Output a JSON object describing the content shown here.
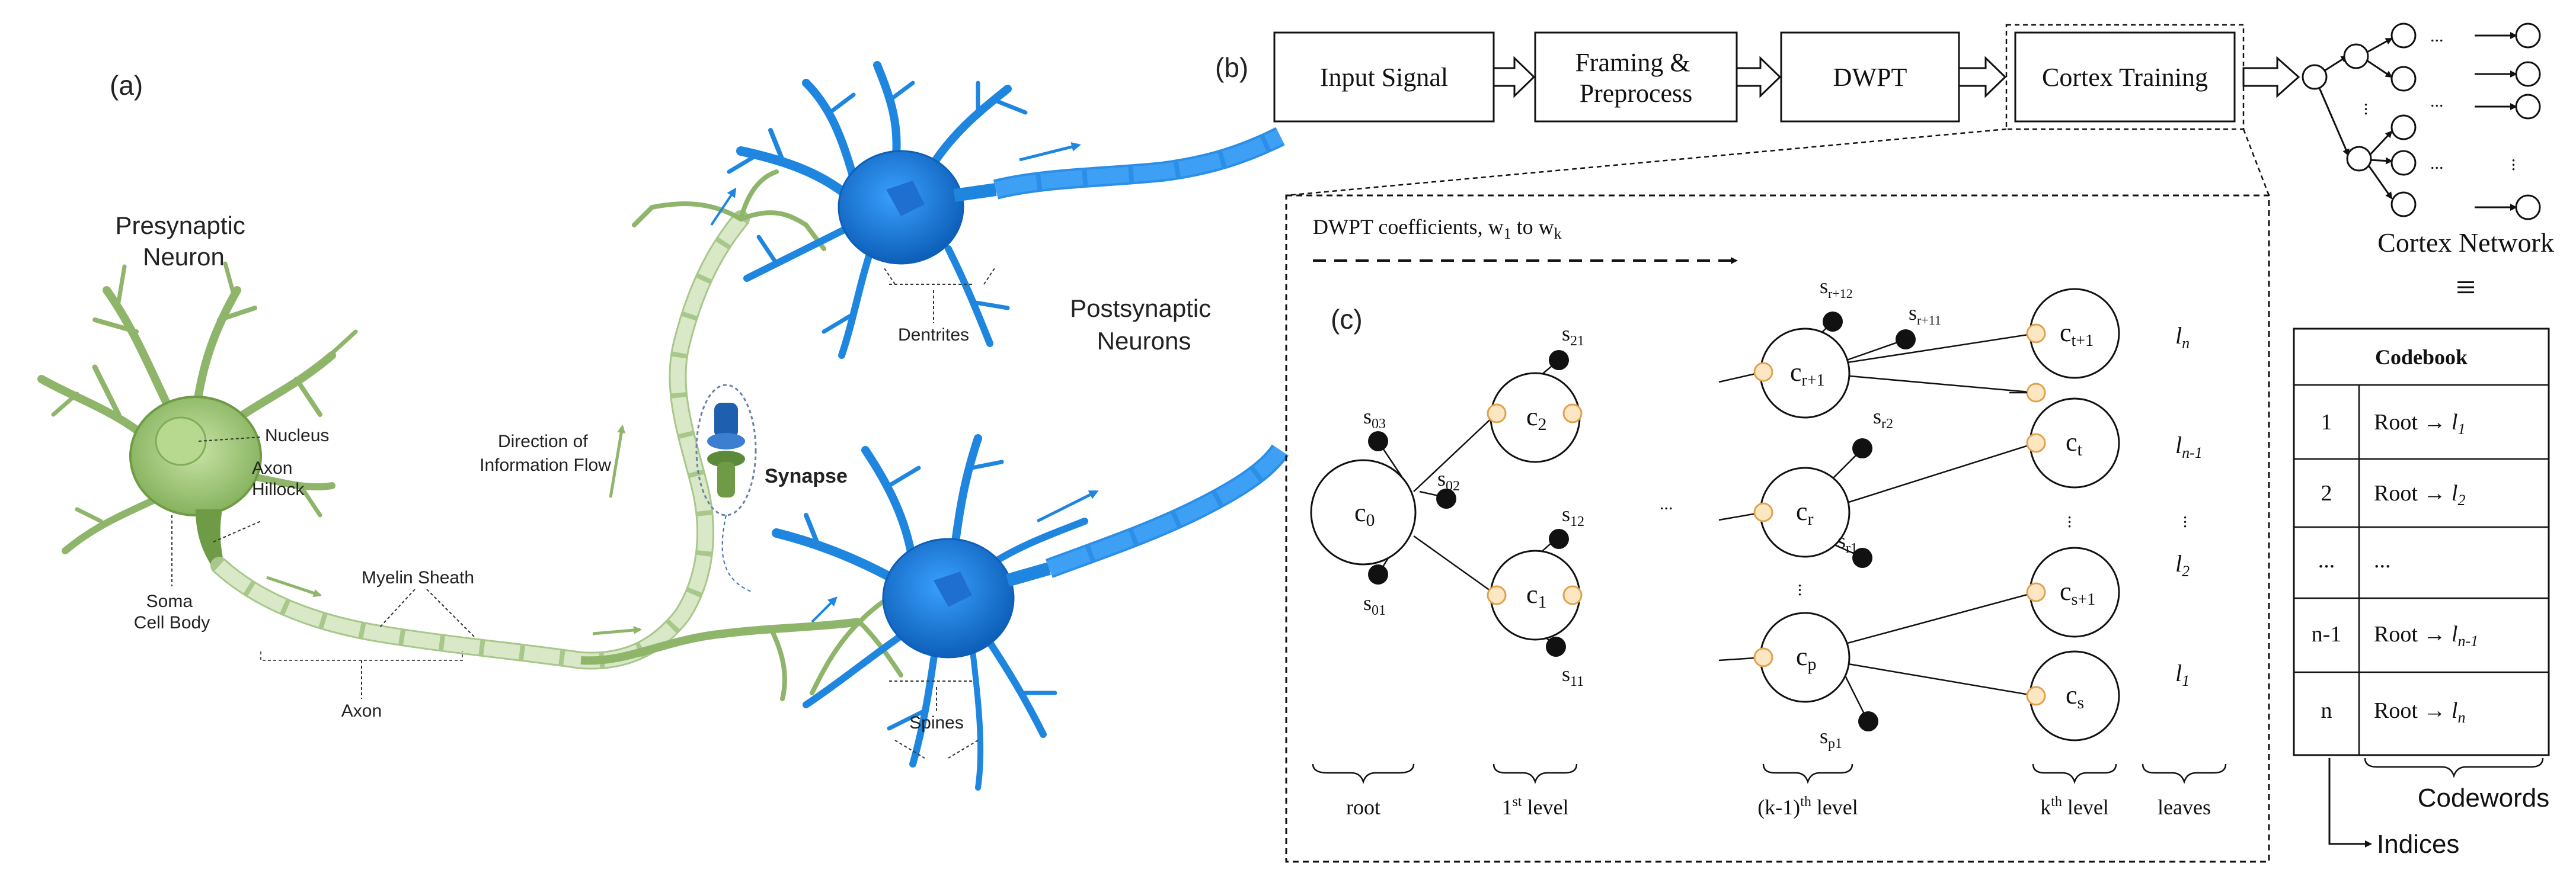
{
  "panel_labels": {
    "a": "(a)",
    "b": "(b)",
    "c": "(c)"
  },
  "neuron": {
    "presynaptic": [
      "Presynaptic",
      "Neuron"
    ],
    "postsynaptic": [
      "Postsynaptic",
      "Neurons"
    ],
    "nucleus": "Nucleus",
    "axon_hillock": [
      "Axon",
      "Hillock"
    ],
    "soma": [
      "Soma",
      "Cell Body"
    ],
    "myelin": "Myelin Sheath",
    "axon": "Axon",
    "direction": [
      "Direction of",
      "Information Flow"
    ],
    "synapse": "Synapse",
    "dendrites": "Dentrites",
    "spines": "Spines"
  },
  "pipeline": {
    "boxes": [
      "Input Signal",
      "Framing &",
      "Preprocess",
      "DWPT",
      "Cortex Training"
    ],
    "cortex_network": "Cortex Network",
    "equiv": "≡"
  },
  "tree": {
    "arrow_label": "DWPT coefficients, w",
    "arrow_sub1": "1",
    "arrow_to": " to w",
    "arrow_subk": "k",
    "nodes": {
      "c0": "c",
      "c0s": "0",
      "c2": "c",
      "c2s": "2",
      "c1": "c",
      "c1s": "1",
      "cr1": "c",
      "cr1s": "r+1",
      "cr": "c",
      "crs": "r",
      "cp": "c",
      "cps": "p",
      "ct1": "c",
      "ct1s": "t+1",
      "ct": "c",
      "cts": "t",
      "cs1": "c",
      "cs1s": "s+1",
      "cs": "c",
      "css": "s"
    },
    "sums": {
      "s03": "03",
      "s02": "02",
      "s01": "01",
      "s21": "21",
      "s12": "12",
      "s11": "11",
      "sr12": "r+12",
      "sr11": "r+11",
      "sr2": "r2",
      "sr1": "r1",
      "sp1": "p1"
    },
    "levels": [
      "l",
      "n",
      "l",
      "n-1",
      "l",
      "2",
      "l",
      "1"
    ],
    "bottom": [
      "root",
      "1",
      "st",
      " level",
      "(k-1)",
      "th",
      " level",
      "k",
      "th",
      " level",
      "leaves"
    ],
    "dots": "..."
  },
  "codebook": {
    "title": "Codebook",
    "rows": [
      {
        "idx": "1",
        "root": "Root → ",
        "l": "l",
        "sub": "1"
      },
      {
        "idx": "2",
        "root": "Root → ",
        "l": "l",
        "sub": "2"
      },
      {
        "idx": "...",
        "root": "...",
        "l": "",
        "sub": ""
      },
      {
        "idx": "n-1",
        "root": "Root → ",
        "l": "l",
        "sub": "n-1"
      },
      {
        "idx": "n",
        "root": "Root → ",
        "l": "l",
        "sub": "n"
      }
    ],
    "codewords": "Codewords",
    "indices": "Indices"
  },
  "colors": {
    "green": "#8fb56b",
    "blue": "#1f86e0",
    "node_port": "#f0b96a",
    "ink": "#111111"
  }
}
